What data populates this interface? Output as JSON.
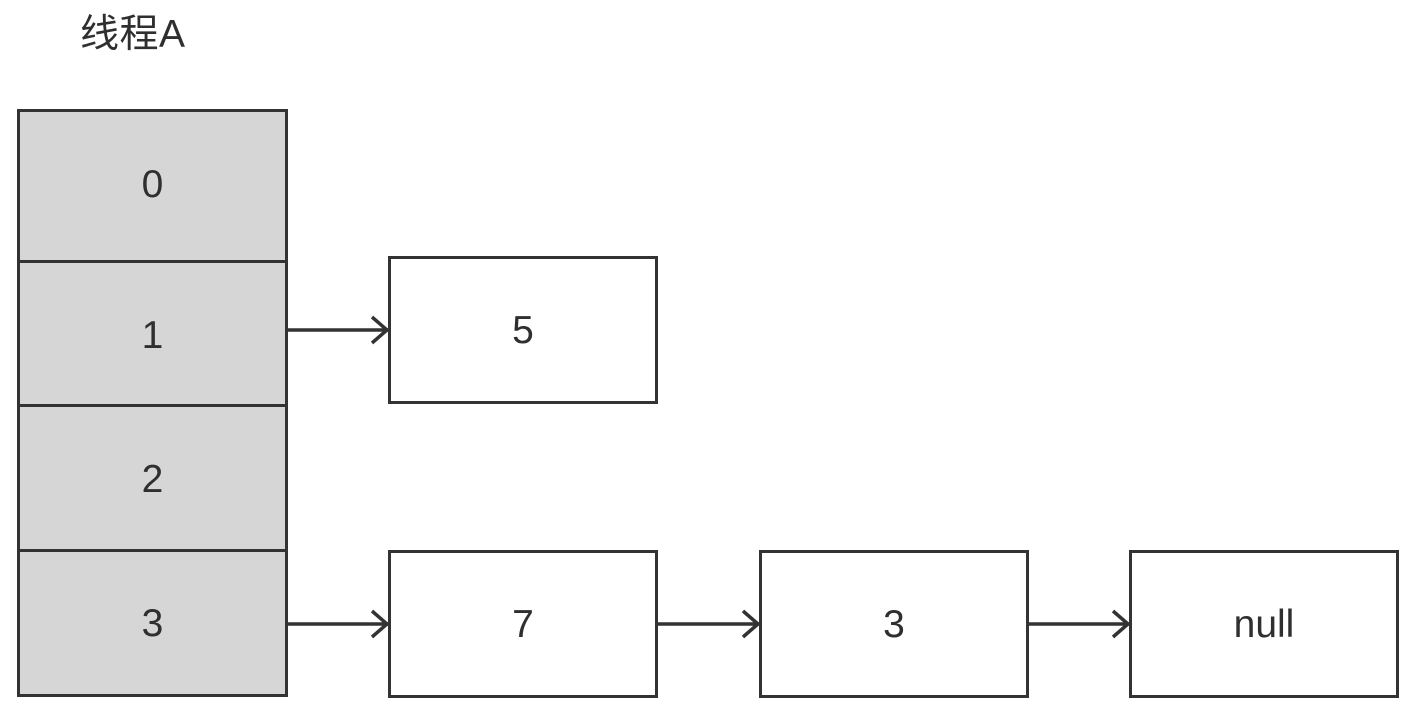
{
  "diagram": {
    "title": "线程A",
    "background_color": "#ffffff",
    "stroke_color": "#333333",
    "text_color": "#2f2f2f",
    "bucket_fill_color": "#d6d6d6",
    "node_fill_color": "#ffffff"
  },
  "bucket_array": {
    "name": "hash-bucket-array",
    "cells": [
      {
        "index": "0",
        "has_chain": false
      },
      {
        "index": "1",
        "has_chain": true
      },
      {
        "index": "2",
        "has_chain": false
      },
      {
        "index": "3",
        "has_chain": true
      }
    ]
  },
  "chains": [
    {
      "from_bucket": "1",
      "nodes": [
        {
          "value": "5"
        }
      ]
    },
    {
      "from_bucket": "3",
      "nodes": [
        {
          "value": "7"
        },
        {
          "value": "3"
        },
        {
          "value": "null"
        }
      ]
    }
  ],
  "arrows": [
    {
      "name": "arrow-bucket1-to-node5",
      "from": "bucket-1",
      "to": "node-5"
    },
    {
      "name": "arrow-bucket3-to-node7",
      "from": "bucket-3",
      "to": "node-7"
    },
    {
      "name": "arrow-node7-to-node3",
      "from": "node-7",
      "to": "node-3"
    },
    {
      "name": "arrow-node3-to-nodenull",
      "from": "node-3",
      "to": "node-null"
    }
  ]
}
